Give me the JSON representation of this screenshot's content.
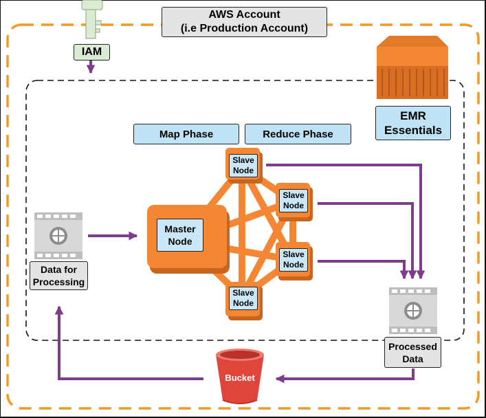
{
  "account": {
    "line1": "AWS Account",
    "line2": "(i.e Production Account)"
  },
  "iam": {
    "label": "IAM"
  },
  "emr": {
    "line1": "EMR",
    "line2": "Essentials"
  },
  "phases": {
    "map": "Map Phase",
    "reduce": "Reduce Phase"
  },
  "master_node": {
    "line1": "Master",
    "line2": "Node"
  },
  "slave_nodes": [
    {
      "line1": "Slave",
      "line2": "Node"
    },
    {
      "line1": "Slave",
      "line2": "Node"
    },
    {
      "line1": "Slave",
      "line2": "Node"
    },
    {
      "line1": "Slave",
      "line2": "Node"
    }
  ],
  "input_data": {
    "line1": "Data for",
    "line2": "Processing"
  },
  "output_data": {
    "line1": "Processed",
    "line2": "Data"
  },
  "bucket": {
    "label": "Bucket"
  },
  "colors": {
    "account_border": "#f29a24",
    "cluster_border": "#111111",
    "flow_arrow": "#7d3c8c",
    "node_orange": "#f58634",
    "node_orange_dark": "#c8661f",
    "bucket_red": "#e0453b",
    "emr_orange": "#f58634"
  }
}
